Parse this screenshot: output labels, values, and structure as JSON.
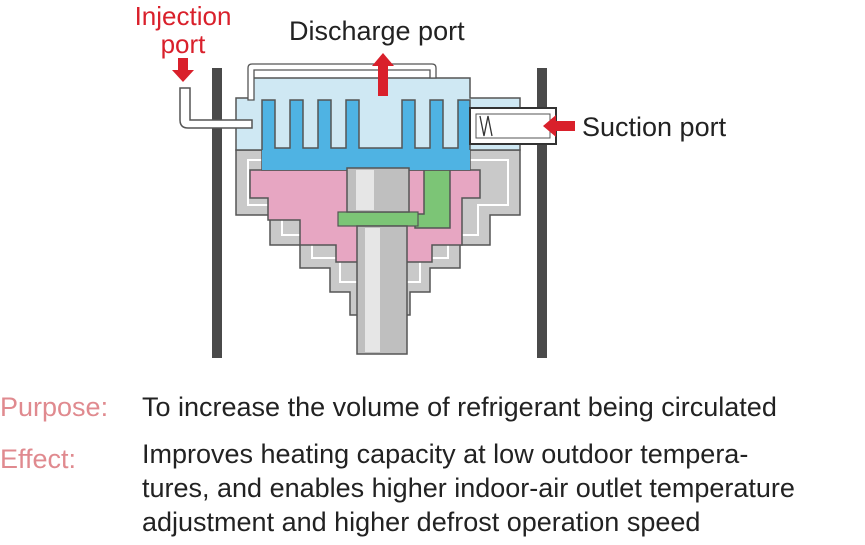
{
  "labels": {
    "injection_port": "Injection\nport",
    "discharge_port": "Discharge port",
    "suction_port": "Suction port"
  },
  "purpose": {
    "key": "Purpose:",
    "text": "To increase the volume of refrigerant being circulated"
  },
  "effect": {
    "key": "Effect:",
    "lines": [
      "Improves heating capacity at low outdoor tempera-",
      "tures, and enables higher indoor-air outlet temperature",
      "adjustment and higher defrost operation  speed"
    ]
  },
  "colors": {
    "arrow": "#d9202b",
    "scroll_light_blue": "#cfe8f3",
    "scroll_blue": "#4fb3e3",
    "frame_gray": "#c9c9c9",
    "pink": "#e7a6c2",
    "green": "#7cc576",
    "shaft_gray": "#bfbfbf",
    "key_pink": "#e08a8f"
  }
}
